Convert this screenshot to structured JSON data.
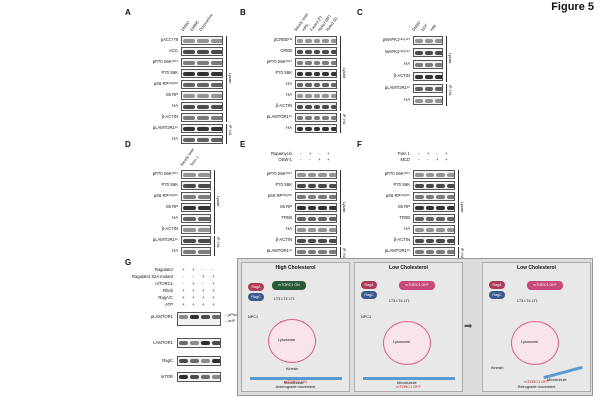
{
  "figure_title": "Figure 5",
  "panels": {
    "A": {
      "label": "A",
      "columns": [
        "DMSO",
        "EMBIC",
        "Doxycycline"
      ],
      "rows": [
        "pACC¹79",
        "ACC",
        "pP70 S6K¹³⁸⁹",
        "P70 S6K",
        "pS6 RP²³⁵⁄²³⁶",
        "S6 RP",
        "HA",
        "β-ACTIN",
        "pLAMTOR1¹⁶",
        "HA"
      ],
      "side_labels": [
        "Lysate",
        "IP: HA"
      ]
    },
    "B": {
      "label": "B",
      "columns": [
        "Steady state",
        "HPS",
        "Fasted (F)",
        "Refed (RF)",
        "Refed (S)"
      ],
      "rows": [
        "pCREB¹³³",
        "CREB",
        "pP70 S6K¹³⁸⁹",
        "P70 S6K",
        "HA",
        "HA",
        "β-ACTIN",
        "pLAMTOR1¹⁶",
        "HA"
      ],
      "side_labels": [
        "Lysate",
        "IP: HA"
      ]
    },
    "C": {
      "label": "C",
      "columns": [
        "DMSO",
        "EGF",
        "H89"
      ],
      "rows": [
        "pMAPK1¹⁸⁵/¹⁸⁷",
        "MAPK1¹⁸⁵/¹⁸⁷",
        "HA",
        "β-ACTIN",
        "pLAMTOR1¹⁶",
        "HA"
      ],
      "side_labels": [
        "Lysate",
        "IP: HA"
      ]
    },
    "D": {
      "label": "D",
      "columns": [
        "Steady state",
        "Torin 1"
      ],
      "rows": [
        "pP70 S6K¹³⁸⁹",
        "P70 S6K",
        "pS6 RP²³⁵⁄²³⁶",
        "S6 RP",
        "HA",
        "β-ACTIN",
        "pLAMTOR1¹⁶",
        "HA"
      ],
      "side_labels": [
        "Lysate",
        "IP: HA"
      ]
    },
    "E": {
      "label": "E",
      "treatments": [
        {
          "name": "Rapamycin",
          "signs": [
            "-",
            "+",
            "-",
            "+"
          ]
        },
        {
          "name": "OSW-1",
          "signs": [
            "-",
            "-",
            "+",
            "+"
          ]
        }
      ],
      "rows": [
        "pP70 S6K¹³⁸⁹",
        "P70 S6K",
        "pS6 RP²³⁵⁄²³⁶",
        "S6 RP",
        "TFEB",
        "HA",
        "β-ACTIN",
        "pLAMTOR1¹⁶",
        "HA"
      ],
      "side_labels": [
        "Lysate",
        "IP: HA"
      ]
    },
    "F": {
      "label": "F",
      "treatments": [
        {
          "name": "Torin 1",
          "signs": [
            "-",
            "+",
            "-",
            "+"
          ]
        },
        {
          "name": "MCD",
          "signs": [
            "-",
            "-",
            "+",
            "+"
          ]
        }
      ],
      "rows": [
        "pP70 S6K¹³⁸⁹",
        "P70 S6K",
        "pS6 RP²³⁵⁄²³⁶",
        "S6 RP",
        "TFEB",
        "HA",
        "β-ACTIN",
        "pLAMTOR1¹⁶",
        "HA"
      ],
      "side_labels": [
        "Lysate",
        "IP: HA"
      ]
    },
    "G": {
      "label": "G",
      "treatments": [
        {
          "name": "Ragulator",
          "signs": [
            "+",
            "+",
            "-",
            "-"
          ]
        },
        {
          "name": "Ragulator S2A mutant",
          "signs": [
            "-",
            "-",
            "+",
            "+"
          ]
        },
        {
          "name": "mTORC1",
          "signs": [
            "-",
            "+",
            "-",
            "+"
          ]
        },
        {
          "name": "Rheb",
          "signs": [
            "+",
            "+",
            "+",
            "+"
          ]
        },
        {
          "name": "RagA/C",
          "signs": [
            "+",
            "+",
            "+",
            "+"
          ]
        },
        {
          "name": "ATP",
          "signs": [
            "+",
            "+",
            "+",
            "+"
          ]
        }
      ],
      "rows": [
        "pLAMTOR1",
        "LAMTOR1",
        "RagC",
        "mTOR"
      ],
      "legend": [
        "pPhos",
        "unP"
      ]
    },
    "H": {
      "label": "H",
      "panes": [
        {
          "title": "High Cholesterol",
          "mtorc1": "mTORC1 ON",
          "caption_red": "mTORC1 ON",
          "caption": "Anterograde movement"
        },
        {
          "title": "Low Cholesterol",
          "mtorc1": "mTORC1 OFF",
          "caption_red": "mTORC1 OFF",
          "caption": ""
        },
        {
          "title": "Low Cholesterol",
          "mtorc1": "mTORC1 OFF",
          "caption_red": "mTORC1 OFF",
          "caption": "Retrograde movement"
        }
      ],
      "labels": {
        "npc1": "NPC1",
        "lysosome": "Lysosome",
        "kinesin": "Kinesin",
        "microtubule": "Microtubule",
        "raga": "RagA",
        "ragc": "RagC",
        "lt3": "LT3",
        "lt4": "LT4",
        "lt1": "LT1",
        "lt2": "LT2",
        "lt5": "LT5"
      }
    }
  }
}
